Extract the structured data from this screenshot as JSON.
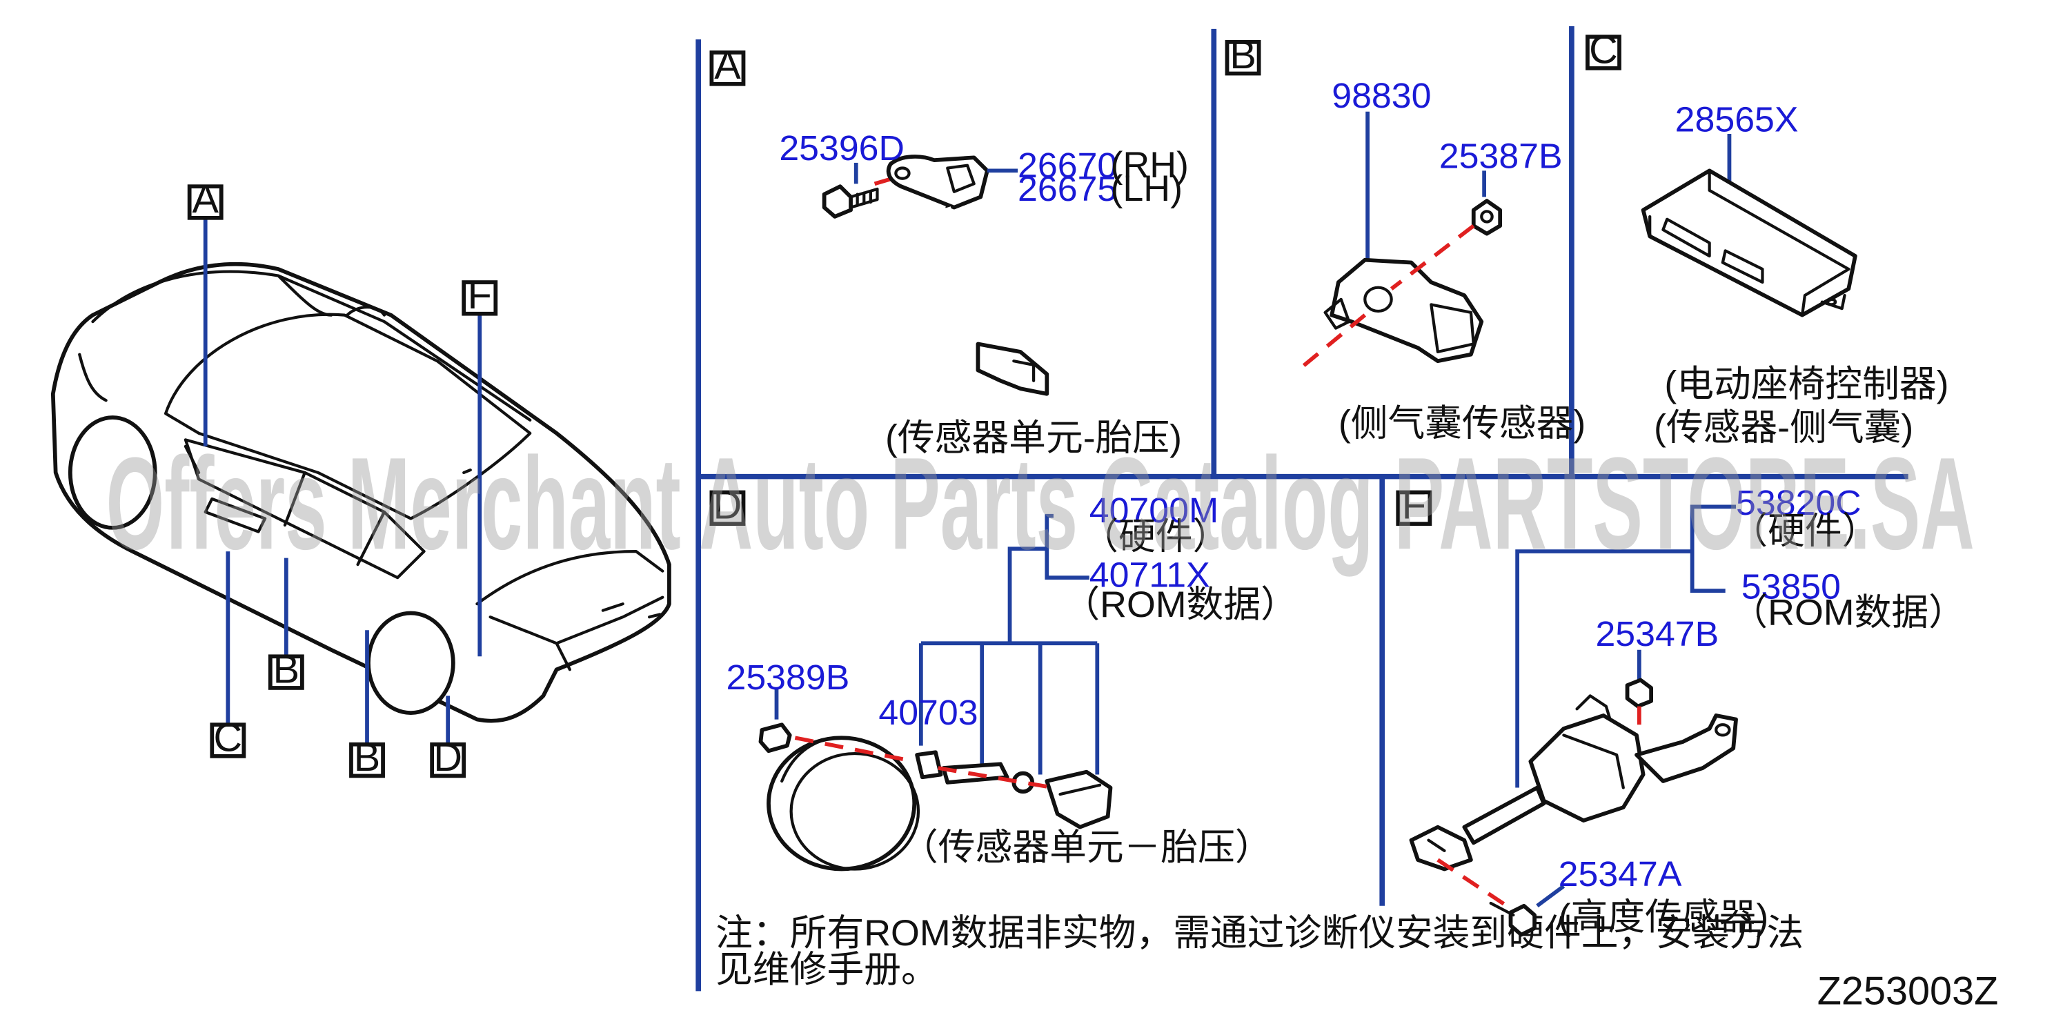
{
  "drawing_code": "Z253003Z",
  "watermark": "Offers Merchant Auto Parts Catalog PARTSTORE.SA",
  "car_callouts": {
    "A": "A",
    "F": "F",
    "B1": "B",
    "C": "C",
    "B2": "B",
    "D": "D"
  },
  "panels": {
    "A": {
      "letter": "A",
      "parts": {
        "bolt": "25396D",
        "sensor_rh": "26670",
        "sensor_lh": "26675"
      },
      "rh": "(RH)",
      "lh": "(LH)",
      "caption": "(传感器单元-胎压)"
    },
    "B": {
      "letter": "B",
      "parts": {
        "sensor": "98830",
        "nut": "25387B"
      },
      "caption": "(侧气囊传感器)"
    },
    "C": {
      "letter": "C",
      "parts": {
        "module": "28565X"
      },
      "caption1": "(电动座椅控制器)",
      "caption2": "(传感器-侧气囊)"
    },
    "D": {
      "letter": "D",
      "parts": {
        "hardware": "40700M",
        "rom": "40711X",
        "cap": "25389B",
        "valve": "40703"
      },
      "hardware_label": "（硬件）",
      "rom_label": "（ROM数据）",
      "caption": "（传感器单元－胎压）",
      "note_line1": "注：所有ROM数据非实物，需通过诊断仪安装到硬件上，安装方法",
      "note_line2": "见维修手册。"
    },
    "E": {
      "letter": "F",
      "parts": {
        "hardware": "53820C",
        "rom": "53850",
        "nut": "25347B",
        "bolt": "25347A"
      },
      "hardware_label": "（硬件）",
      "rom_label": "（ROM数据）",
      "caption": "(高度传感器)"
    }
  },
  "colors": {
    "part_number": "#1a1ad6",
    "leader": "#1f3f9f",
    "dash": "#e02020"
  }
}
